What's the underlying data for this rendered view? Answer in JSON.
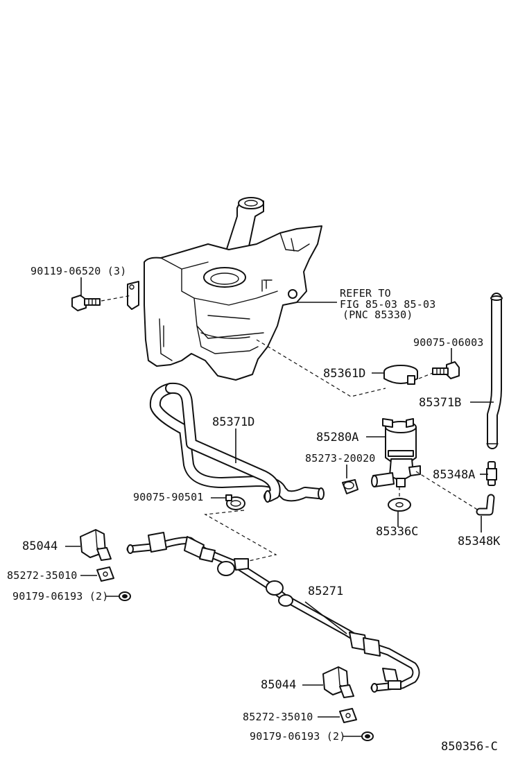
{
  "labels": {
    "bolt_tank": "90119-06520 (3)",
    "refer_line1": "REFER TO",
    "refer_line2": "FIG 85-03 85-03",
    "refer_line3": "(PNC 85330)",
    "screw_pump": "90075-06003",
    "band_pump": "85361D",
    "hose_b": "85371B",
    "hose_d": "85371D",
    "pump": "85280A",
    "filter": "85273-20020",
    "nozzle_joint_a": "85348A",
    "clip_hose": "90075-90501",
    "grommet": "85336C",
    "nozzle_joint_k": "85348K",
    "nozzle_upper": "85044",
    "clamp_upper": "85272-35010",
    "nut_upper": "90179-06193 (2)",
    "hose_assy": "85271",
    "nozzle_lower": "85044",
    "clamp_lower": "85272-35010",
    "nut_lower": "90179-06193 (2)",
    "figure_id": "850356-C"
  }
}
